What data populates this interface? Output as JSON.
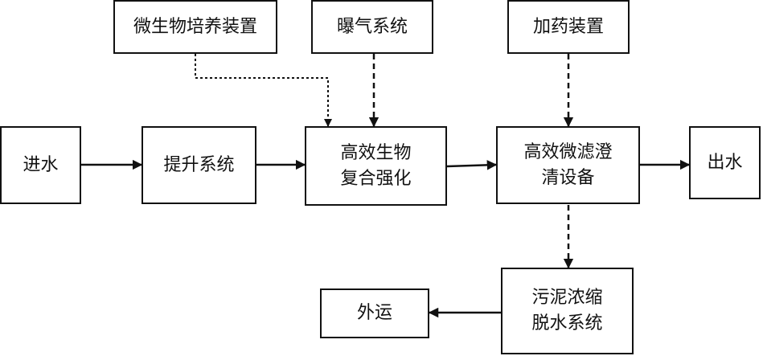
{
  "nodes": {
    "inflow": {
      "label": "进水"
    },
    "lift_system": {
      "label": "提升系统"
    },
    "bio_enhance": {
      "lines": [
        "高效生物",
        "复合强化"
      ]
    },
    "microfilter": {
      "lines": [
        "高效微滤澄",
        "清设备"
      ]
    },
    "outflow": {
      "label": "出水"
    },
    "culture_device": {
      "label": "微生物培养装置"
    },
    "aeration_system": {
      "label": "曝气系统"
    },
    "dosing_device": {
      "label": "加药装置"
    },
    "sludge_dewater": {
      "lines": [
        "污泥浓缩",
        "脱水系统"
      ]
    },
    "transport_out": {
      "label": "外运"
    }
  },
  "edges": [
    {
      "from": "inflow",
      "to": "lift_system",
      "style": "solid"
    },
    {
      "from": "lift_system",
      "to": "bio_enhance",
      "style": "solid"
    },
    {
      "from": "bio_enhance",
      "to": "microfilter",
      "style": "solid"
    },
    {
      "from": "microfilter",
      "to": "outflow",
      "style": "solid"
    },
    {
      "from": "culture_device",
      "to": "bio_enhance",
      "style": "dotted"
    },
    {
      "from": "aeration_system",
      "to": "bio_enhance",
      "style": "dashed"
    },
    {
      "from": "dosing_device",
      "to": "microfilter",
      "style": "dashed"
    },
    {
      "from": "microfilter",
      "to": "sludge_dewater",
      "style": "dashed"
    },
    {
      "from": "sludge_dewater",
      "to": "transport_out",
      "style": "solid"
    }
  ],
  "colors": {
    "line": "#111111",
    "background": "#ffffff"
  }
}
